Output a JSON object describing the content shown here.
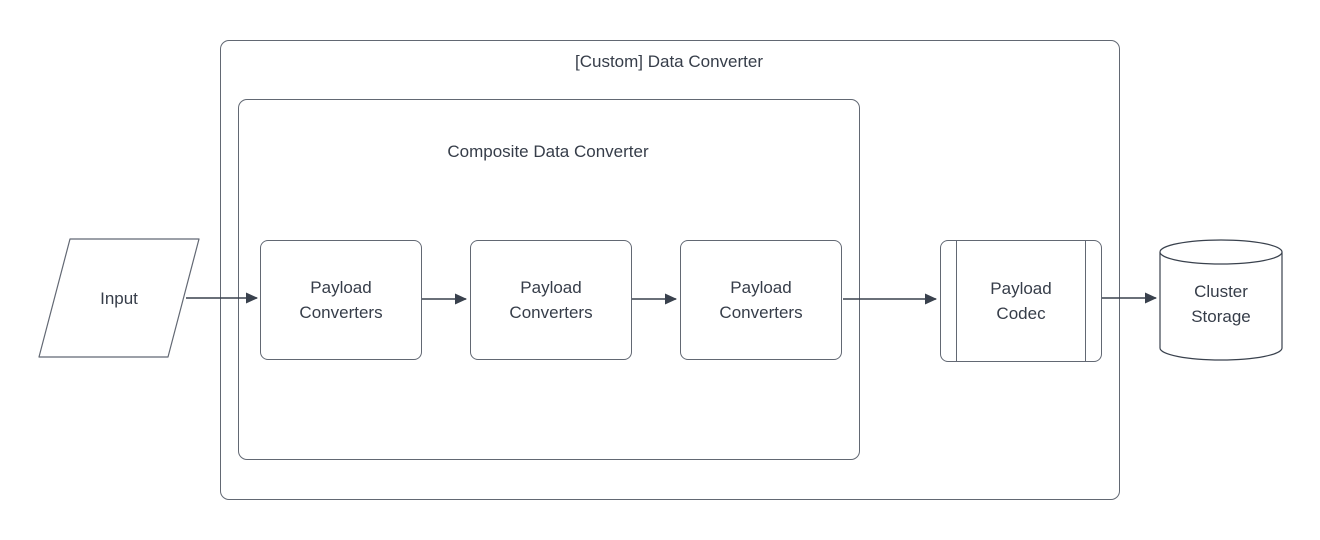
{
  "diagram": {
    "type": "flowchart",
    "outer_container": {
      "title": "[Custom] Data Converter"
    },
    "composite_container": {
      "title": "Composite Data Converter"
    },
    "input_node": {
      "label": "Input",
      "shape": "parallelogram"
    },
    "payload_converters": [
      {
        "label": "Payload Converters"
      },
      {
        "label": "Payload Converters"
      },
      {
        "label": "Payload Converters"
      }
    ],
    "payload_codec": {
      "label": "Payload Codec",
      "shape": "predefined-process"
    },
    "cluster_storage": {
      "label": "Cluster Storage",
      "shape": "cylinder"
    },
    "flow": [
      "Input",
      "Payload Converters",
      "Payload Converters",
      "Payload Converters",
      "Payload Codec",
      "Cluster Storage"
    ],
    "colors": {
      "background": "#ffffff",
      "shape_stroke": "#626873",
      "arrow": "#39414d",
      "text": "#363d49"
    }
  }
}
